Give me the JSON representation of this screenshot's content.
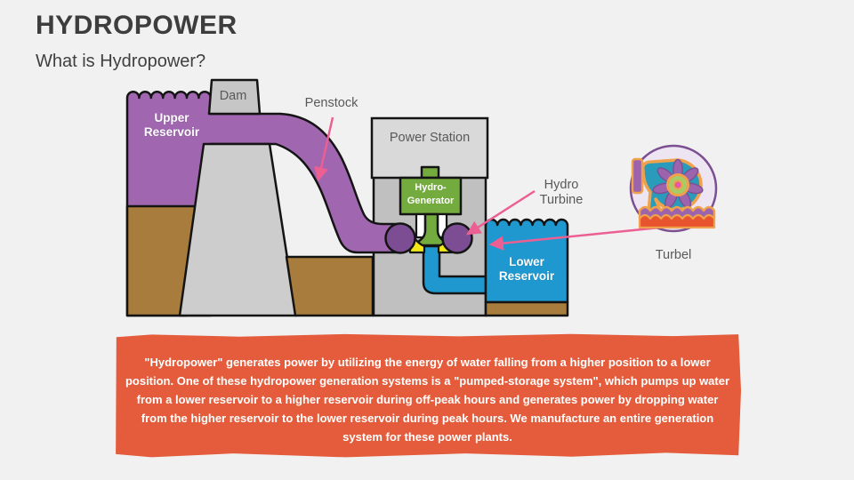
{
  "slide": {
    "title": "HYDROPOWER",
    "subtitle": "What is Hydropower?"
  },
  "diagram": {
    "labels": {
      "dam": "Dam",
      "penstock": "Penstock",
      "power_station": "Power Station",
      "hydro_generator_line1": "Hydro-",
      "hydro_generator_line2": "Generator",
      "upper_reservoir": "Upper Reservoir",
      "lower_reservoir": "Lower Reservoir",
      "hydro_turbine": "Hydro Turbine",
      "turbine_icon_caption": "Turbel"
    }
  },
  "description_box": {
    "text": "\"Hydropower\" generates power by utilizing the energy of water falling from a higher position to a lower position. One of these hydropower generation systems is a \"pumped-storage system\", which pumps up water from a lower reservoir to a higher reservoir during off-peak hours and generates power by dropping water from the higher reservoir to the lower reservoir during peak hours. We manufacture an entire generation system for these power plants."
  },
  "colors": {
    "background": "#f1f1f2",
    "title_text": "#3d3d3d",
    "label_text": "#595959",
    "water_purple": "#a066b0",
    "turbine_purple": "#7c4d92",
    "reservoir_blue": "#1f98d0",
    "generator_green": "#74ab3e",
    "ground_brown": "#a87c3c",
    "dam_gray": "#c6c6c6",
    "station_gray": "#d9d9d9",
    "draft_yellow": "#f4e81a",
    "arrow_pink": "#ec5f92",
    "callout_orange": "#e45c3b",
    "icon_border_purple": "#7b4f92",
    "icon_teal": "#2a9bba",
    "icon_orange": "#f0a14c"
  }
}
